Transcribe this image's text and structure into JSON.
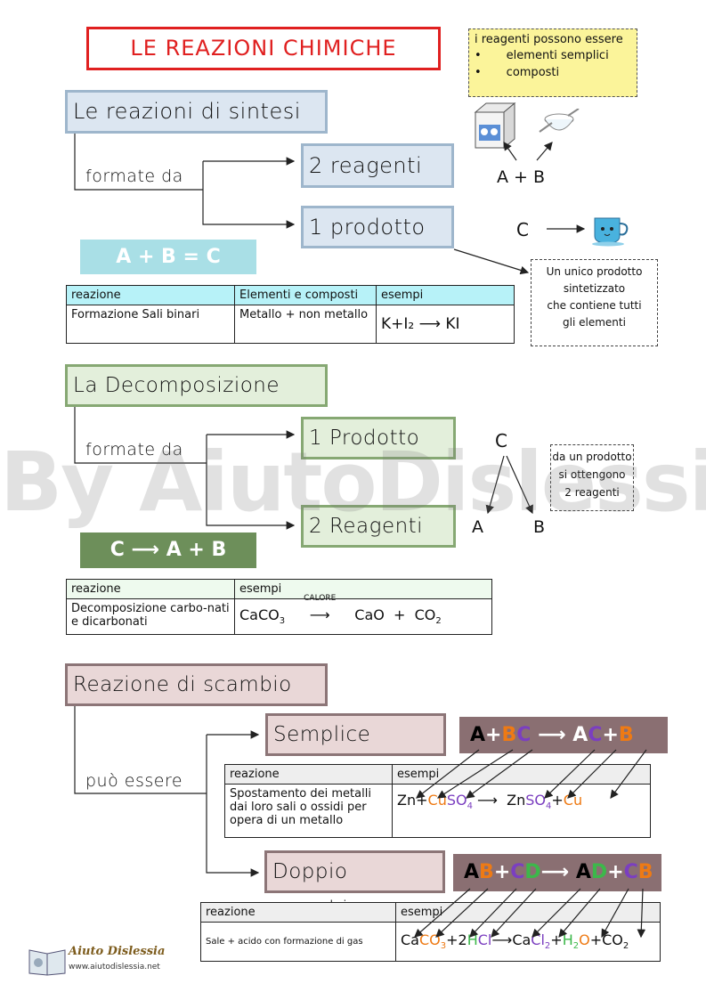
{
  "title": "LE REAZIONI CHIMICHE",
  "note_reagents": {
    "heading": "i reagenti possono essere",
    "items": [
      "elementi semplici",
      "composti"
    ]
  },
  "synthesis": {
    "heading": "Le reazioni di sintesi",
    "formed_by": "formate da",
    "reagents": "2 reagenti",
    "product": "1 prodotto",
    "formula": "A + B = C",
    "ab_label": "A + B",
    "c_label": "C",
    "note": [
      "Un unico prodotto",
      "sintetizzato",
      "che contiene tutti",
      "gli elementi"
    ],
    "table": {
      "headers": [
        "reazione",
        "Elementi e composti",
        "esempi"
      ],
      "row": [
        "Formazione Sali binari",
        "Metallo + non metallo",
        "K+I₂ ⟶ KI"
      ]
    }
  },
  "decomposition": {
    "heading": "La Decomposizione",
    "formed_by": "formate da",
    "product": "1 Prodotto",
    "reagents": "2 Reagenti",
    "formula": "C ⟶ A + B",
    "c_label": "C",
    "a_label": "A",
    "b_label": "B",
    "note": [
      "da un prodotto",
      "si ottengono",
      "2 reagenti"
    ],
    "table": {
      "headers": [
        "reazione",
        "esempi"
      ],
      "row_label": "Decomposizione carbo-nati e dicarbonati",
      "condition": "CALORE"
    }
  },
  "exchange": {
    "heading": "Reazione di scambio",
    "can_be": "può essere",
    "simple": "Semplice",
    "double": "Doppio scambio",
    "simple_table": {
      "headers": [
        "reazione",
        "esempi"
      ],
      "row_label": "Spostamento dei metalli dai loro sali o ossidi per opera di un metallo"
    },
    "double_table": {
      "headers": [
        "reazione",
        "esempi"
      ],
      "row_label": "Sale + acido con formazione di gas"
    }
  },
  "watermark": "By AiutoDislessia.net",
  "logo": {
    "name": "Aiuto Dislessia",
    "url": "www.aiutodislessia.net"
  },
  "colors": {
    "title_border": "#e02020",
    "note_bg": "#fbf49a",
    "orange": "#ee7a14",
    "purple": "#7b3fc0",
    "green": "#3cb84a",
    "bar_blue": "#a9dfe6",
    "bar_green": "#6d8f5a",
    "bar_rose": "#8a6f72"
  }
}
